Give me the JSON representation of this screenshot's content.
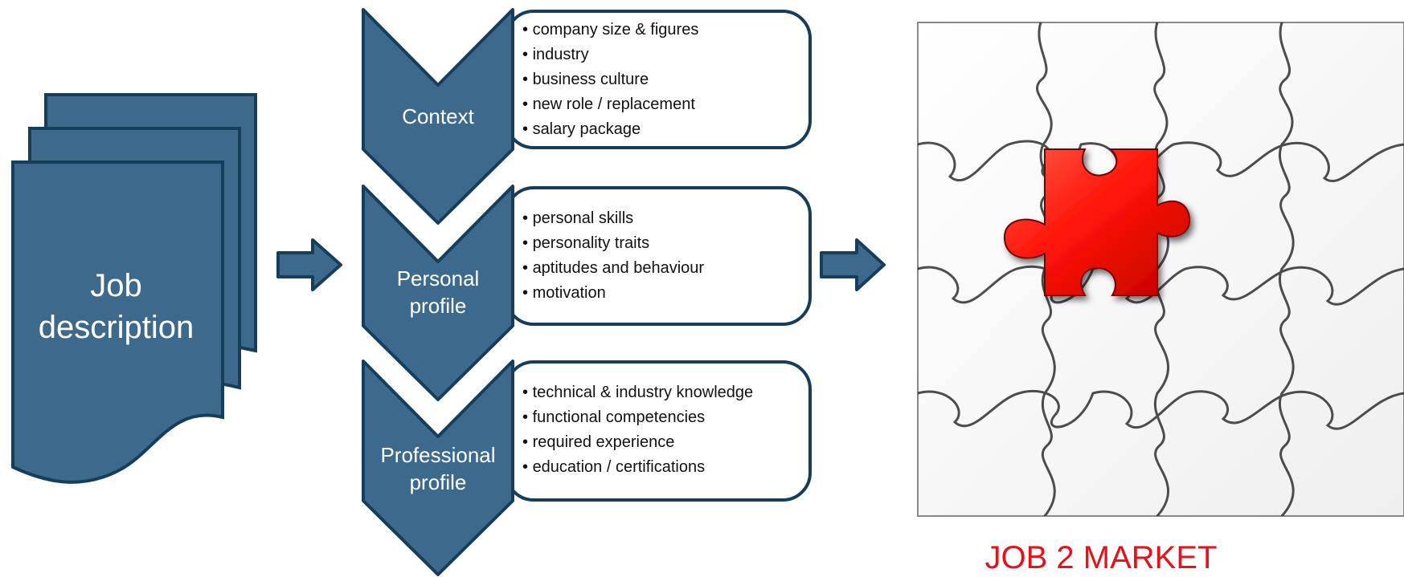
{
  "document": {
    "label_line1": "Job",
    "label_line2": "description"
  },
  "stages": [
    {
      "label_line1": "Context",
      "label_line2": "",
      "items": [
        "company size & figures",
        "industry",
        "business culture",
        "new role / replacement",
        "salary package"
      ]
    },
    {
      "label_line1": "Personal",
      "label_line2": "profile",
      "items": [
        "personal skills",
        "personality traits",
        "aptitudes and behaviour",
        "motivation"
      ]
    },
    {
      "label_line1": "Professional",
      "label_line2": "profile",
      "items": [
        "technical & industry knowledge",
        "functional competencies",
        "required experience",
        "education / certifications"
      ]
    }
  ],
  "result": {
    "caption": "JOB 2 MARKET",
    "highlight_color": "#ff1a10",
    "highlight_icon": "puzzle-piece-icon"
  },
  "colors": {
    "primary": "#3d6a8c",
    "outline": "#163e5a",
    "caption": "#e8101a"
  }
}
